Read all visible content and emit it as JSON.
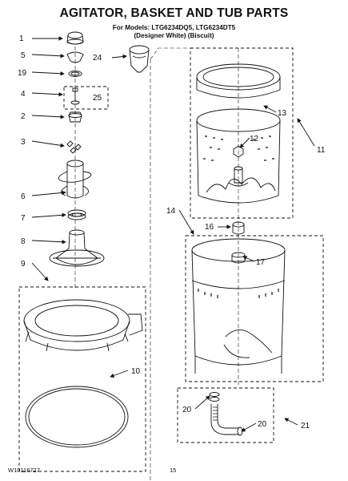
{
  "header": {
    "title": "AGITATOR, BASKET AND TUB PARTS",
    "models_line": "For Models: LTG6234DQ5, LTG6234DT5",
    "colors_line": "(Designer White)    (Biscuit)"
  },
  "footer": {
    "doc_number": "W10116727",
    "page_number": "15"
  },
  "callouts": [
    {
      "id": "c1",
      "label": "1"
    },
    {
      "id": "c5",
      "label": "5"
    },
    {
      "id": "c19",
      "label": "19"
    },
    {
      "id": "c4",
      "label": "4"
    },
    {
      "id": "c25",
      "label": "25"
    },
    {
      "id": "c2",
      "label": "2"
    },
    {
      "id": "c3",
      "label": "3"
    },
    {
      "id": "c6",
      "label": "6"
    },
    {
      "id": "c7",
      "label": "7"
    },
    {
      "id": "c8",
      "label": "8"
    },
    {
      "id": "c9",
      "label": "9"
    },
    {
      "id": "c10",
      "label": "10"
    },
    {
      "id": "c24",
      "label": "24"
    },
    {
      "id": "c13",
      "label": "13"
    },
    {
      "id": "c12",
      "label": "12"
    },
    {
      "id": "c11",
      "label": "11"
    },
    {
      "id": "c14",
      "label": "14"
    },
    {
      "id": "c16",
      "label": "16"
    },
    {
      "id": "c17",
      "label": "17"
    },
    {
      "id": "c20a",
      "label": "20"
    },
    {
      "id": "c20b",
      "label": "20"
    },
    {
      "id": "c21",
      "label": "21"
    }
  ]
}
